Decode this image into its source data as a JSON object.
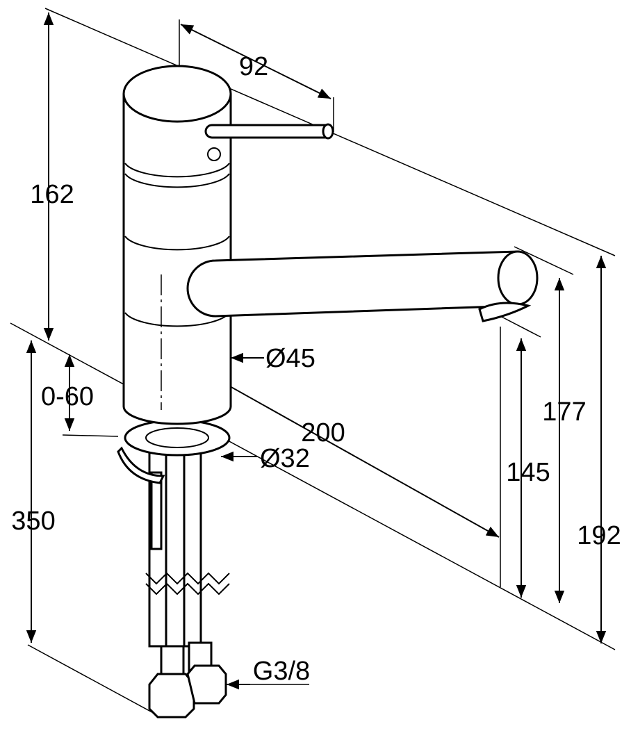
{
  "title": "Faucet dimension drawing",
  "dimensions": {
    "lever_reach": "92",
    "body_height": "162",
    "body_diameter": "Ø45",
    "deck_thickness": "0-60",
    "spout_reach": "200",
    "mount_hole_diameter": "Ø32",
    "spout_height": "177",
    "outlet_height": "145",
    "hose_length": "350",
    "total_height": "192",
    "connection_thread": "G3/8"
  }
}
